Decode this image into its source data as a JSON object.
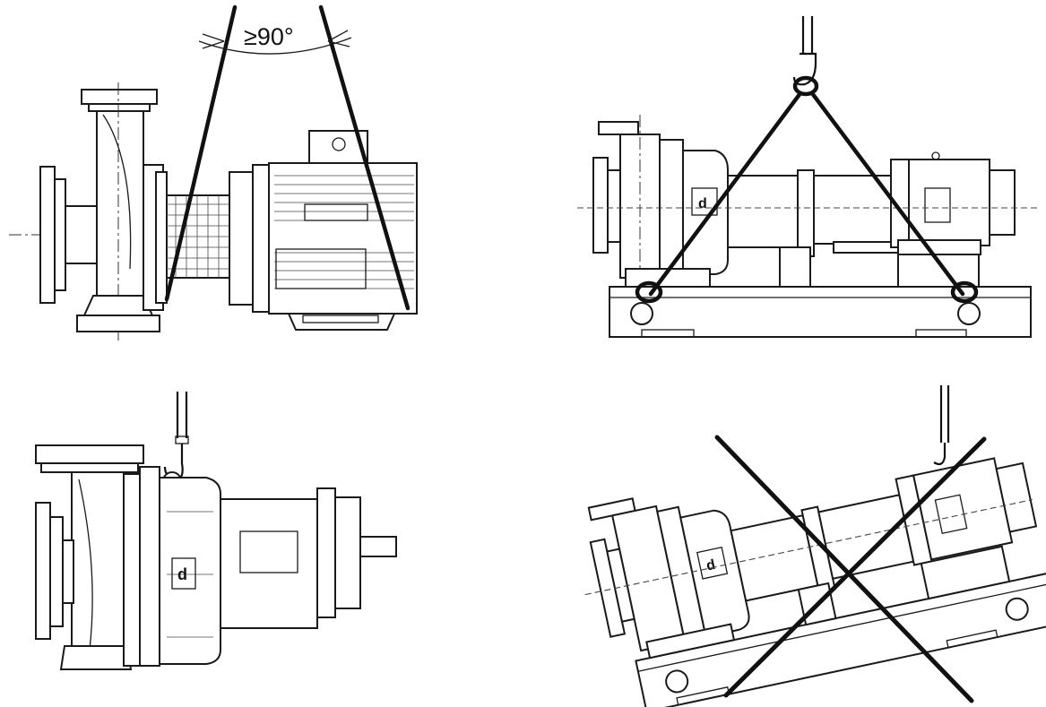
{
  "figure": {
    "angle_label": "≥90°",
    "panels": [
      {
        "id": "pump-motor-unit-sling-angle"
      },
      {
        "id": "baseplate-unit-lifting-correct"
      },
      {
        "id": "bare-pump-lifting-eye"
      },
      {
        "id": "tilted-lifting-incorrect"
      }
    ]
  },
  "colors": {
    "line": "#1a1a1a",
    "background": "#ffffff"
  }
}
